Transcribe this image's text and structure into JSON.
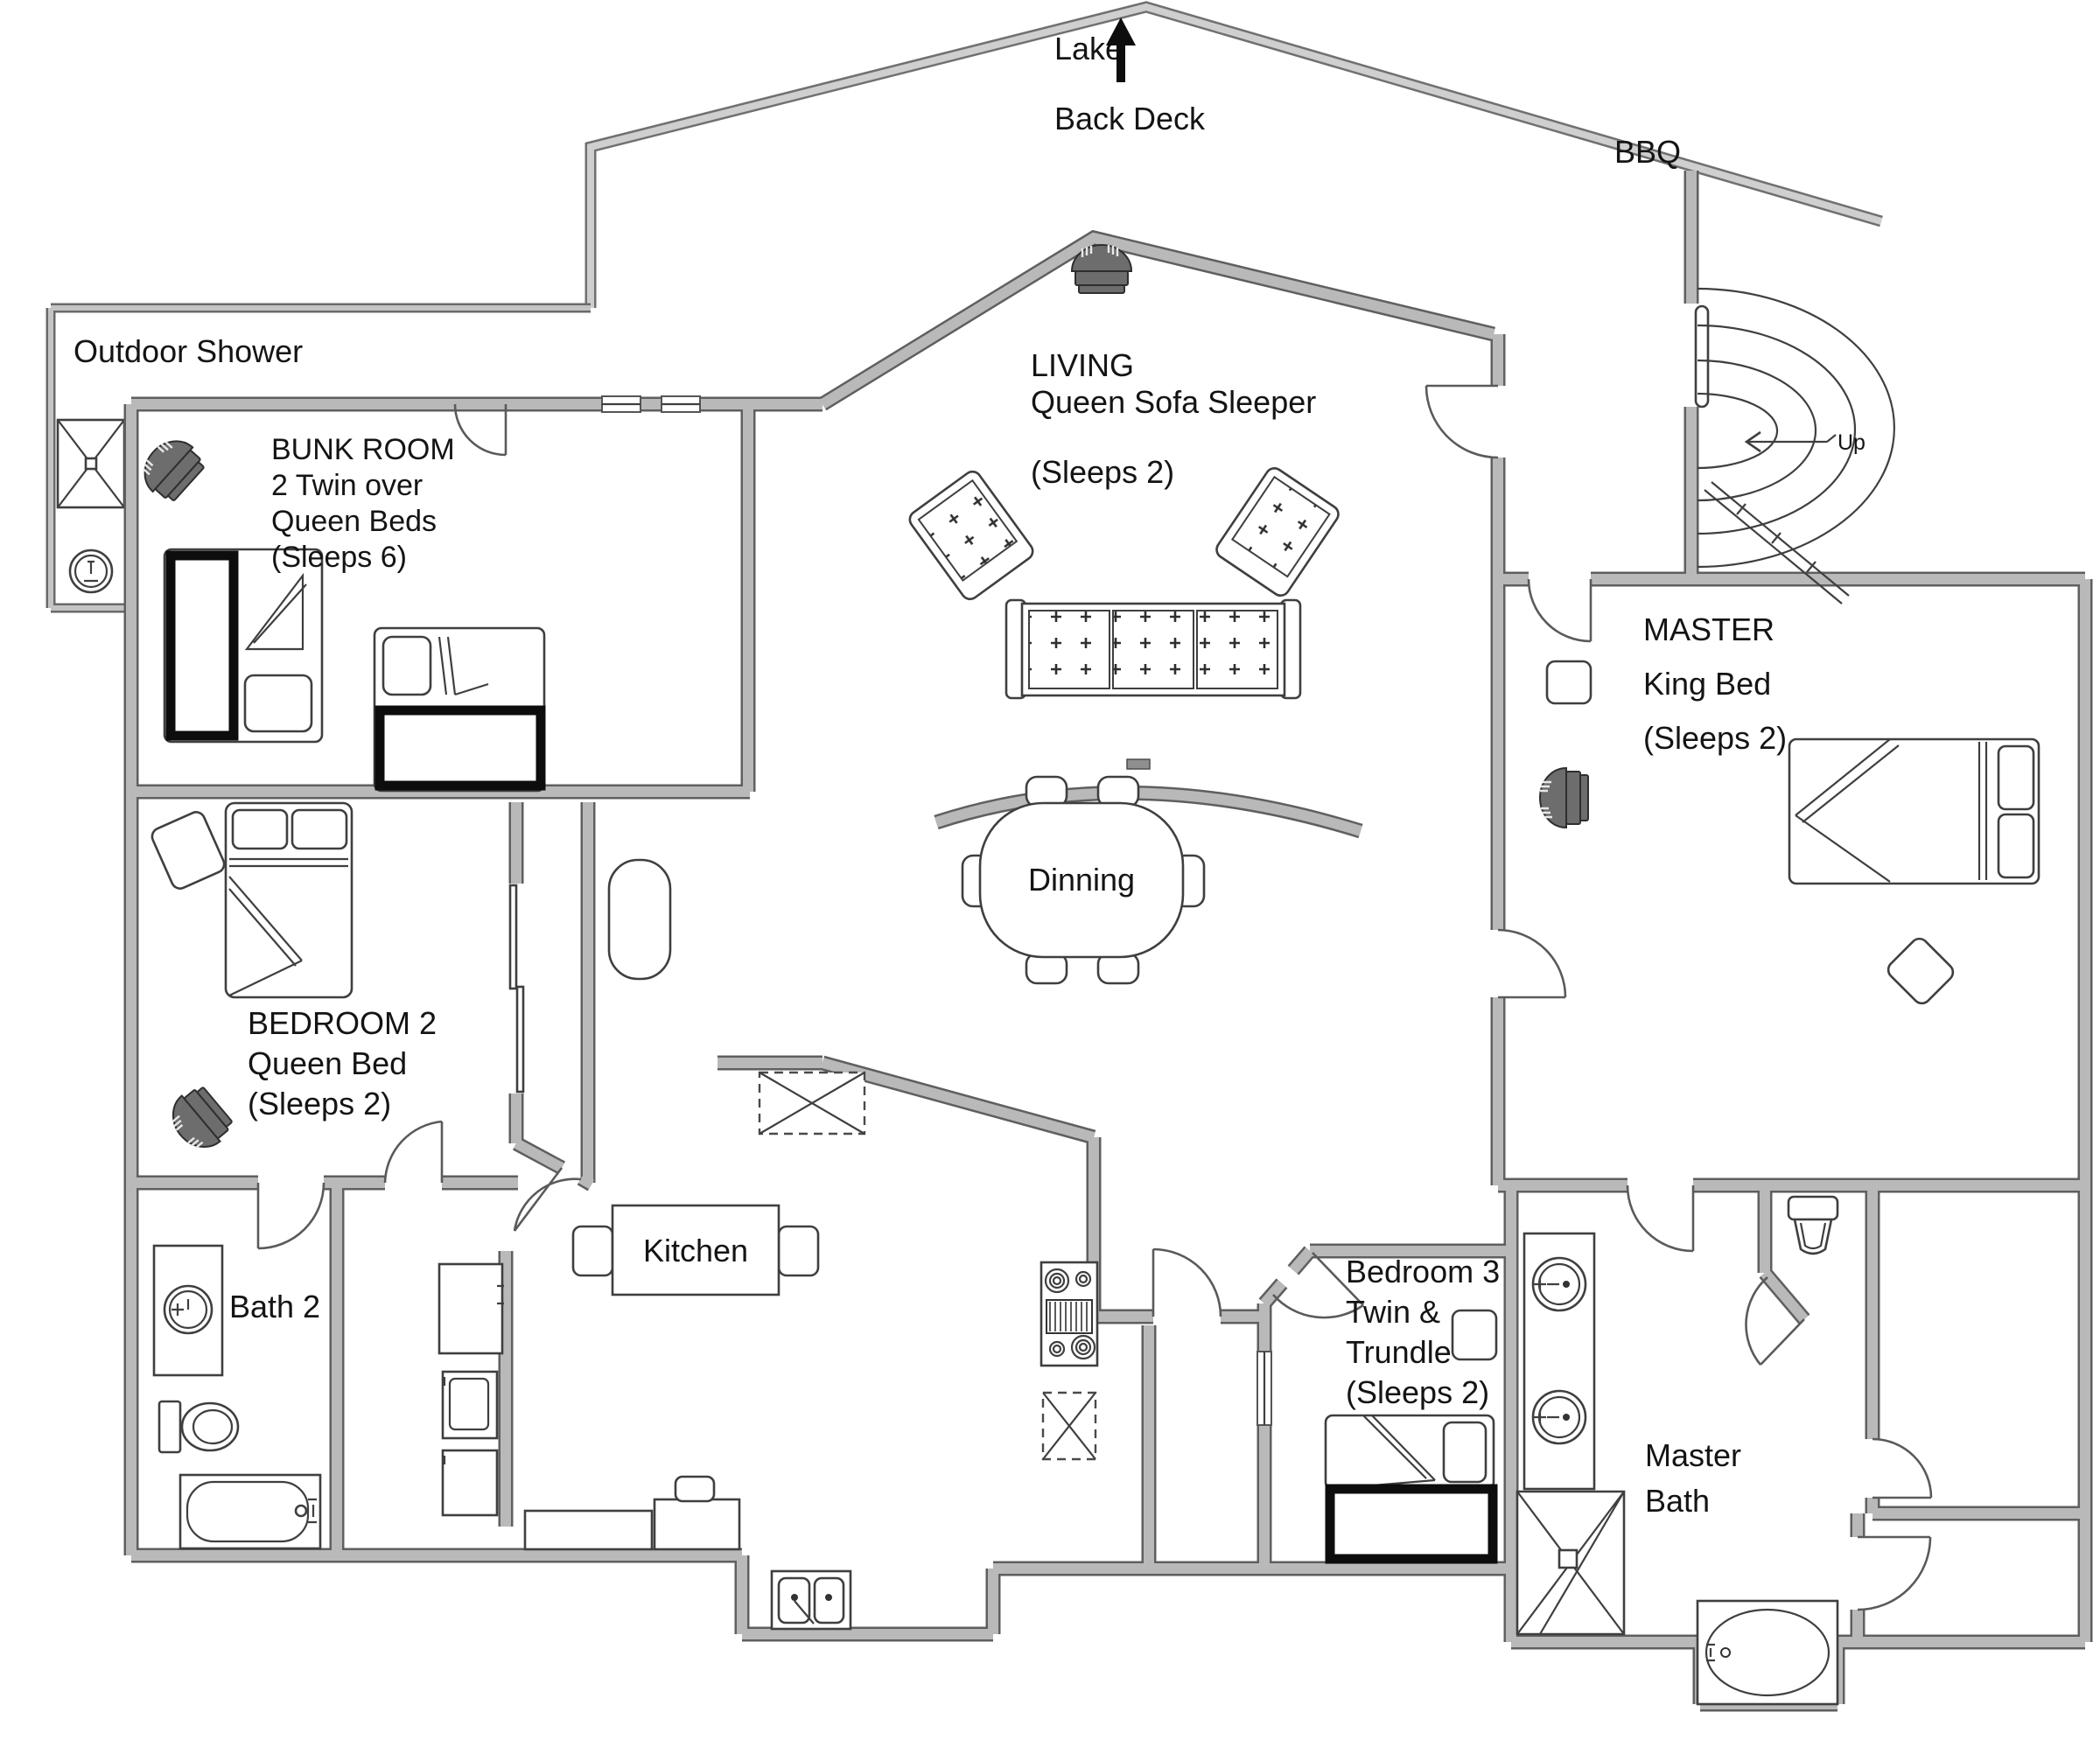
{
  "colors": {
    "wall_light": "#b9b9b9",
    "wall_dark": "#5f5f5f",
    "accent_black": "#0d0d0d",
    "fan_fill": "#6d6d6d",
    "background": "#ffffff"
  },
  "annotations": {
    "lake": "Lake",
    "back_deck": "Back Deck",
    "bbq": "BBQ",
    "up": "Up"
  },
  "rooms": {
    "outdoor_shower": {
      "lines": [
        "Outdoor Shower"
      ]
    },
    "bunk_room": {
      "lines": [
        "BUNK ROOM",
        "2 Twin over",
        "Queen Beds",
        "(Sleeps 6)"
      ]
    },
    "living": {
      "lines": [
        "LIVING",
        "Queen Sofa Sleeper",
        "(Sleeps 2)"
      ]
    },
    "master": {
      "lines": [
        "MASTER",
        "King Bed",
        "(Sleeps 2)"
      ]
    },
    "bedroom2": {
      "lines": [
        "BEDROOM 2",
        "Queen Bed",
        "(Sleeps 2)"
      ]
    },
    "bedroom3": {
      "lines": [
        "Bedroom 3",
        "Twin &",
        "Trundle",
        "(Sleeps 2)"
      ]
    },
    "dining": {
      "lines": [
        "Dinning"
      ]
    },
    "kitchen": {
      "lines": [
        "Kitchen"
      ]
    },
    "bath2": {
      "lines": [
        "Bath 2"
      ]
    },
    "master_bath": {
      "lines": [
        "Master",
        "Bath"
      ]
    }
  }
}
